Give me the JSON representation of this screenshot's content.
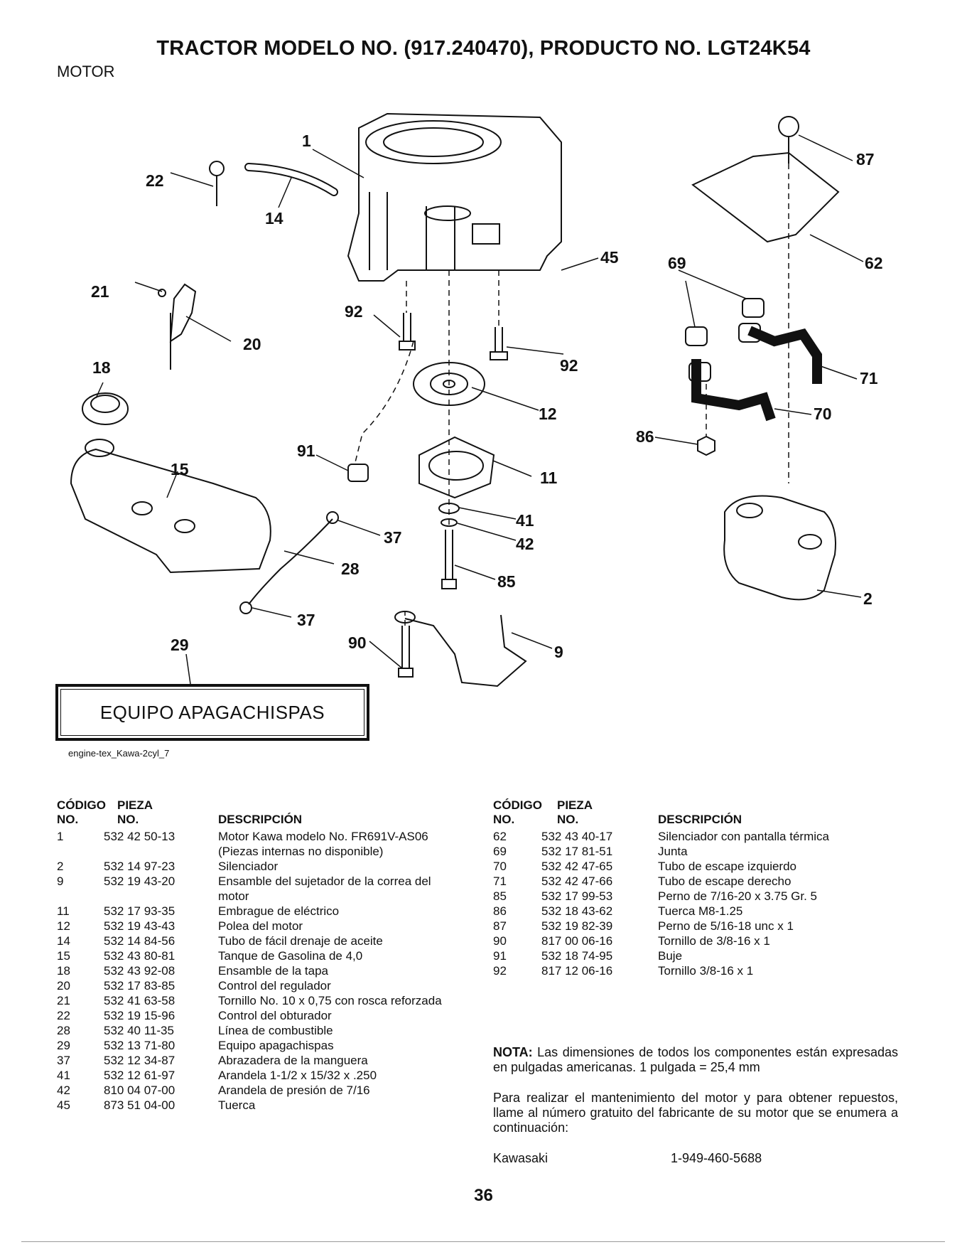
{
  "header": {
    "title": "TRACTOR MODELO NO. (917.240470), PRODUCTO NO. LGT24K54",
    "section": "MOTOR"
  },
  "diagram": {
    "callouts": [
      "1",
      "22",
      "14",
      "21",
      "20",
      "18",
      "92",
      "92",
      "45",
      "12",
      "11",
      "15",
      "91",
      "41",
      "42",
      "37",
      "28",
      "85",
      "37",
      "29",
      "90",
      "9",
      "87",
      "62",
      "69",
      "71",
      "70",
      "86",
      "2"
    ],
    "kit_label": "EQUIPO APAGACHISPAS",
    "source_id": "engine-tex_Kawa-2cyl_7"
  },
  "table_headers": {
    "code": "CÓDIGO",
    "part": "PIEZA",
    "no": "NO.",
    "description": "DESCRIPCIÓN"
  },
  "parts_left": [
    {
      "code": "1",
      "part": "532 42 50-13",
      "desc": "Motor Kawa modelo No. FR691V-AS06 (Piezas internas no disponible)"
    },
    {
      "code": "2",
      "part": "532 14 97-23",
      "desc": "Silenciador"
    },
    {
      "code": "9",
      "part": "532 19 43-20",
      "desc": "Ensamble del sujetador de la correa del motor"
    },
    {
      "code": "11",
      "part": "532 17 93-35",
      "desc": "Embrague de eléctrico"
    },
    {
      "code": "12",
      "part": "532 19 43-43",
      "desc": "Polea del motor"
    },
    {
      "code": "14",
      "part": "532 14 84-56",
      "desc": "Tubo de fácil drenaje de aceite"
    },
    {
      "code": "15",
      "part": "532 43 80-81",
      "desc": "Tanque de Gasolina de 4,0"
    },
    {
      "code": "18",
      "part": "532 43 92-08",
      "desc": "Ensamble de la tapa"
    },
    {
      "code": "20",
      "part": "532 17 83-85",
      "desc": "Control del regulador"
    },
    {
      "code": "21",
      "part": "532 41 63-58",
      "desc": "Tornillo No. 10 x 0,75 con rosca reforzada"
    },
    {
      "code": "22",
      "part": "532 19 15-96",
      "desc": "Control del obturador"
    },
    {
      "code": "28",
      "part": "532 40 11-35",
      "desc": "Línea de combustible"
    },
    {
      "code": "29",
      "part": "532 13 71-80",
      "desc": "Equipo apagachispas"
    },
    {
      "code": "37",
      "part": "532 12 34-87",
      "desc": "Abrazadera de la manguera"
    },
    {
      "code": "41",
      "part": "532 12 61-97",
      "desc": "Arandela 1-1/2 x 15/32 x .250"
    },
    {
      "code": "42",
      "part": "810 04 07-00",
      "desc": "Arandela de presión de 7/16"
    },
    {
      "code": "45",
      "part": "873 51 04-00",
      "desc": "Tuerca"
    }
  ],
  "parts_right": [
    {
      "code": "62",
      "part": "532 43 40-17",
      "desc": "Silenciador con pantalla térmica"
    },
    {
      "code": "69",
      "part": "532 17 81-51",
      "desc": "Junta"
    },
    {
      "code": "70",
      "part": "532 42 47-65",
      "desc": "Tubo de escape izquierdo"
    },
    {
      "code": "71",
      "part": "532 42 47-66",
      "desc": "Tubo de escape derecho"
    },
    {
      "code": "85",
      "part": "532 17 99-53",
      "desc": "Perno de 7/16-20 x 3.75 Gr. 5"
    },
    {
      "code": "86",
      "part": "532 18 43-62",
      "desc": "Tuerca M8-1.25"
    },
    {
      "code": "87",
      "part": "532 19 82-39",
      "desc": "Perno de 5/16-18 unc x 1"
    },
    {
      "code": "90",
      "part": "817 00 06-16",
      "desc": "Tornillo de 3/8-16 x 1"
    },
    {
      "code": "91",
      "part": "532 18 74-95",
      "desc": "Buje"
    },
    {
      "code": "92",
      "part": "817 12 06-16",
      "desc": "Tornillo 3/8-16 x 1"
    }
  ],
  "notes": {
    "nota_label": "NOTA:",
    "nota_text": " Las dimensiones de todos los componentes están expresadas en pulgadas americanas. 1 pulgada = 25,4 mm",
    "service_text": "Para realizar el mantenimiento del motor y para obtener repuestos, llame al número gratuito del fabricante de su motor que se enumera a continuación:",
    "manufacturer": "Kawasaki",
    "phone": "1-949-460-5688"
  },
  "page_number": "36"
}
